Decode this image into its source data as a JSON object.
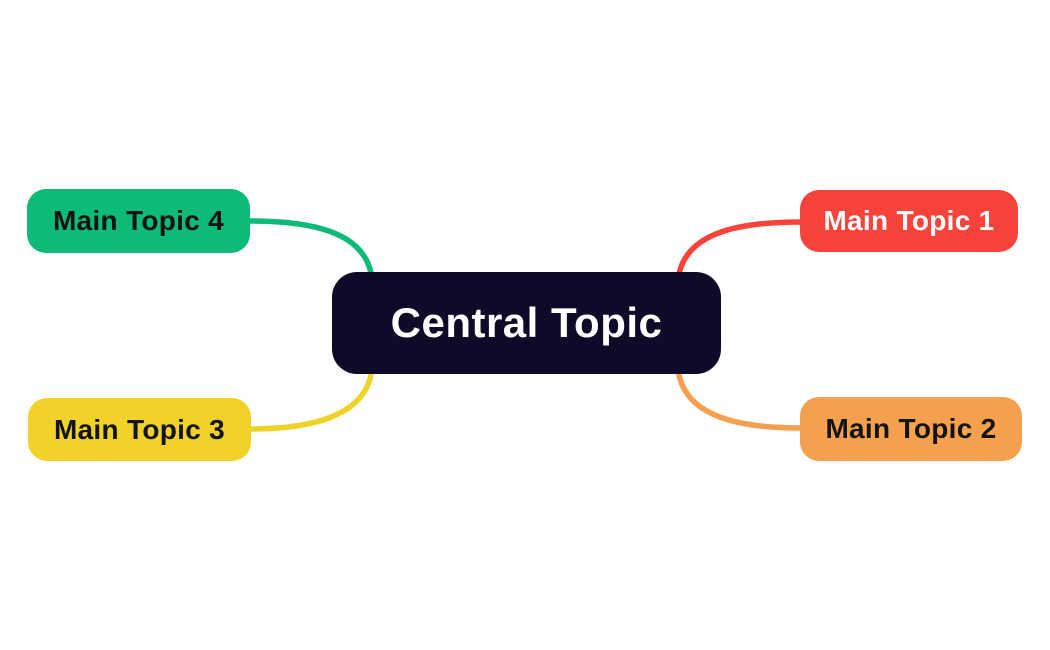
{
  "canvas": {
    "background": "#ffffff"
  },
  "central_topic": {
    "label": "Central Topic",
    "bg_color": "#0d0b28",
    "text_color": "#ffffff"
  },
  "main_topics": [
    {
      "label": "Main Topic 1",
      "position": "top-right",
      "bg_color": "#f9423a",
      "text_color": "#ffffff"
    },
    {
      "label": "Main Topic 2",
      "position": "bottom-right",
      "bg_color": "#f5a04f",
      "text_color": "#131313"
    },
    {
      "label": "Main Topic 3",
      "position": "bottom-left",
      "bg_color": "#f0d228",
      "text_color": "#131313"
    },
    {
      "label": "Main Topic 4",
      "position": "top-left",
      "bg_color": "#0dba77",
      "text_color": "#131313"
    }
  ],
  "connectors": [
    {
      "from": "Central Topic",
      "to": "Main Topic 1",
      "color": "#f9423a"
    },
    {
      "from": "Central Topic",
      "to": "Main Topic 2",
      "color": "#f5a04f"
    },
    {
      "from": "Central Topic",
      "to": "Main Topic 3",
      "color": "#f0d228"
    },
    {
      "from": "Central Topic",
      "to": "Main Topic 4",
      "color": "#0dba77"
    }
  ]
}
